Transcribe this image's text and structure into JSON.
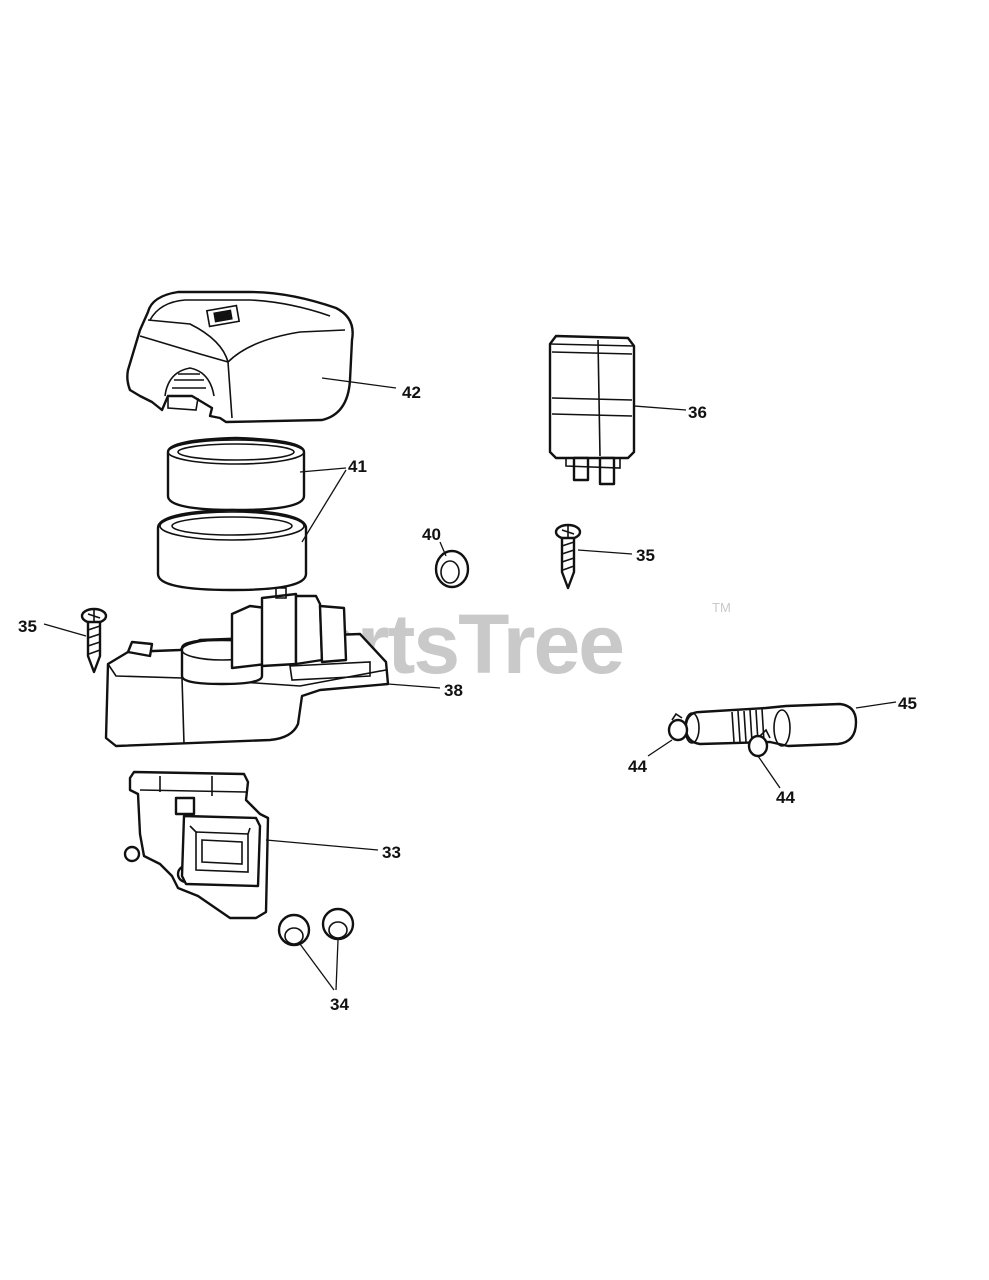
{
  "watermark": {
    "text": "PartsTree",
    "trademark": "TM"
  },
  "callouts": [
    {
      "id": "c42",
      "label": "42"
    },
    {
      "id": "c41",
      "label": "41"
    },
    {
      "id": "c36",
      "label": "36"
    },
    {
      "id": "c40",
      "label": "40"
    },
    {
      "id": "c35a",
      "label": "35"
    },
    {
      "id": "c35b",
      "label": "35"
    },
    {
      "id": "c38",
      "label": "38"
    },
    {
      "id": "c45",
      "label": "45"
    },
    {
      "id": "c44a",
      "label": "44"
    },
    {
      "id": "c44b",
      "label": "44"
    },
    {
      "id": "c33",
      "label": "33"
    },
    {
      "id": "c34",
      "label": "34"
    }
  ]
}
